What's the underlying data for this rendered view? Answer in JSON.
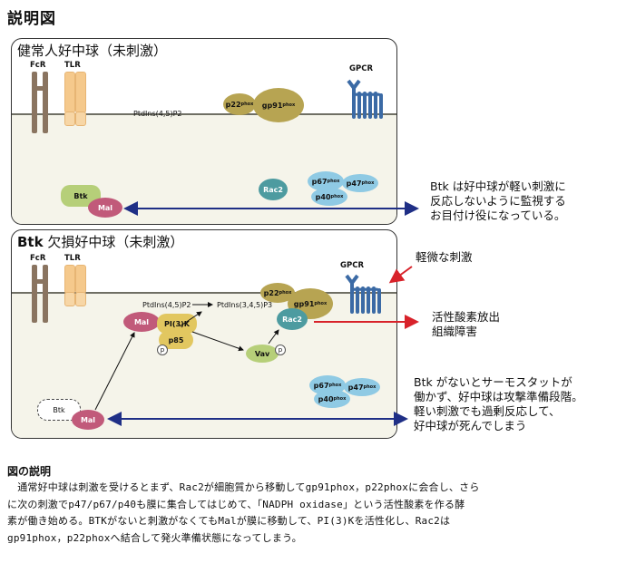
{
  "page_title": "説明図",
  "panel_normal": {
    "title": "健常人好中球（未刺激）",
    "fcr": "FcR",
    "tlr": "TLR",
    "gpcr": "GPCR",
    "pip2": "PtdIns(4,5)P2",
    "p22": "p22",
    "gp91": "gp91",
    "phox": "phox",
    "btk": "Btk",
    "mal": "Mal",
    "rac2": "Rac2",
    "p67": "p67",
    "p47": "p47",
    "p40": "p40"
  },
  "note_normal": [
    "Btk は好中球が軽い刺激に",
    "反応しないように監視する",
    "お目付け役になっている。"
  ],
  "panel_btk": {
    "title_bold": "Btk",
    "title_rest": " 欠損好中球（未刺激）",
    "fcr": "FcR",
    "tlr": "TLR",
    "gpcr": "GPCR",
    "pip2": "PtdIns(4,5)P2",
    "pip3": "PtdIns(3,4,5)P3",
    "p22": "p22",
    "gp91": "gp91",
    "phox": "phox",
    "rac2": "Rac2",
    "mal": "Mal",
    "pi3k": "PI(3)K",
    "p85": "p85",
    "p": "p",
    "vav": "Vav",
    "btk": "Btk",
    "p67": "p67",
    "p47": "p47",
    "p40": "p40"
  },
  "note_stimulus": "軽微な刺激",
  "note_ros": [
    "活性酸素放出",
    "組織障害"
  ],
  "note_btk": [
    "Btk がないとサーモスタットが",
    "働かず、好中球は攻撃準備段階。",
    "軽い刺激でも過剰反応して、",
    "好中球が死んでしまう"
  ],
  "caption": {
    "title": "図の説明",
    "lines": [
      "　通常好中球は刺激を受けるとまず、Rac2が細胞質から移動してgp91phox，p22phoxに会合し、さら",
      "に次の刺激でp47/p67/p40も膜に集合してはじめて、「NADPH oxidase」という活性酸素を作る酵",
      "素が働き始める。BTKがないと刺激がなくてもMalが膜に移動して、PI(3)Kを活性化し、Rac2は",
      "gp91phox，p22phoxへ結合して発火準備状態になってしまう。"
    ]
  },
  "colors": {
    "arrow_blue": "#1f2f86",
    "arrow_red": "#d8222a",
    "gpcr_blue": "#3b6aa5"
  }
}
